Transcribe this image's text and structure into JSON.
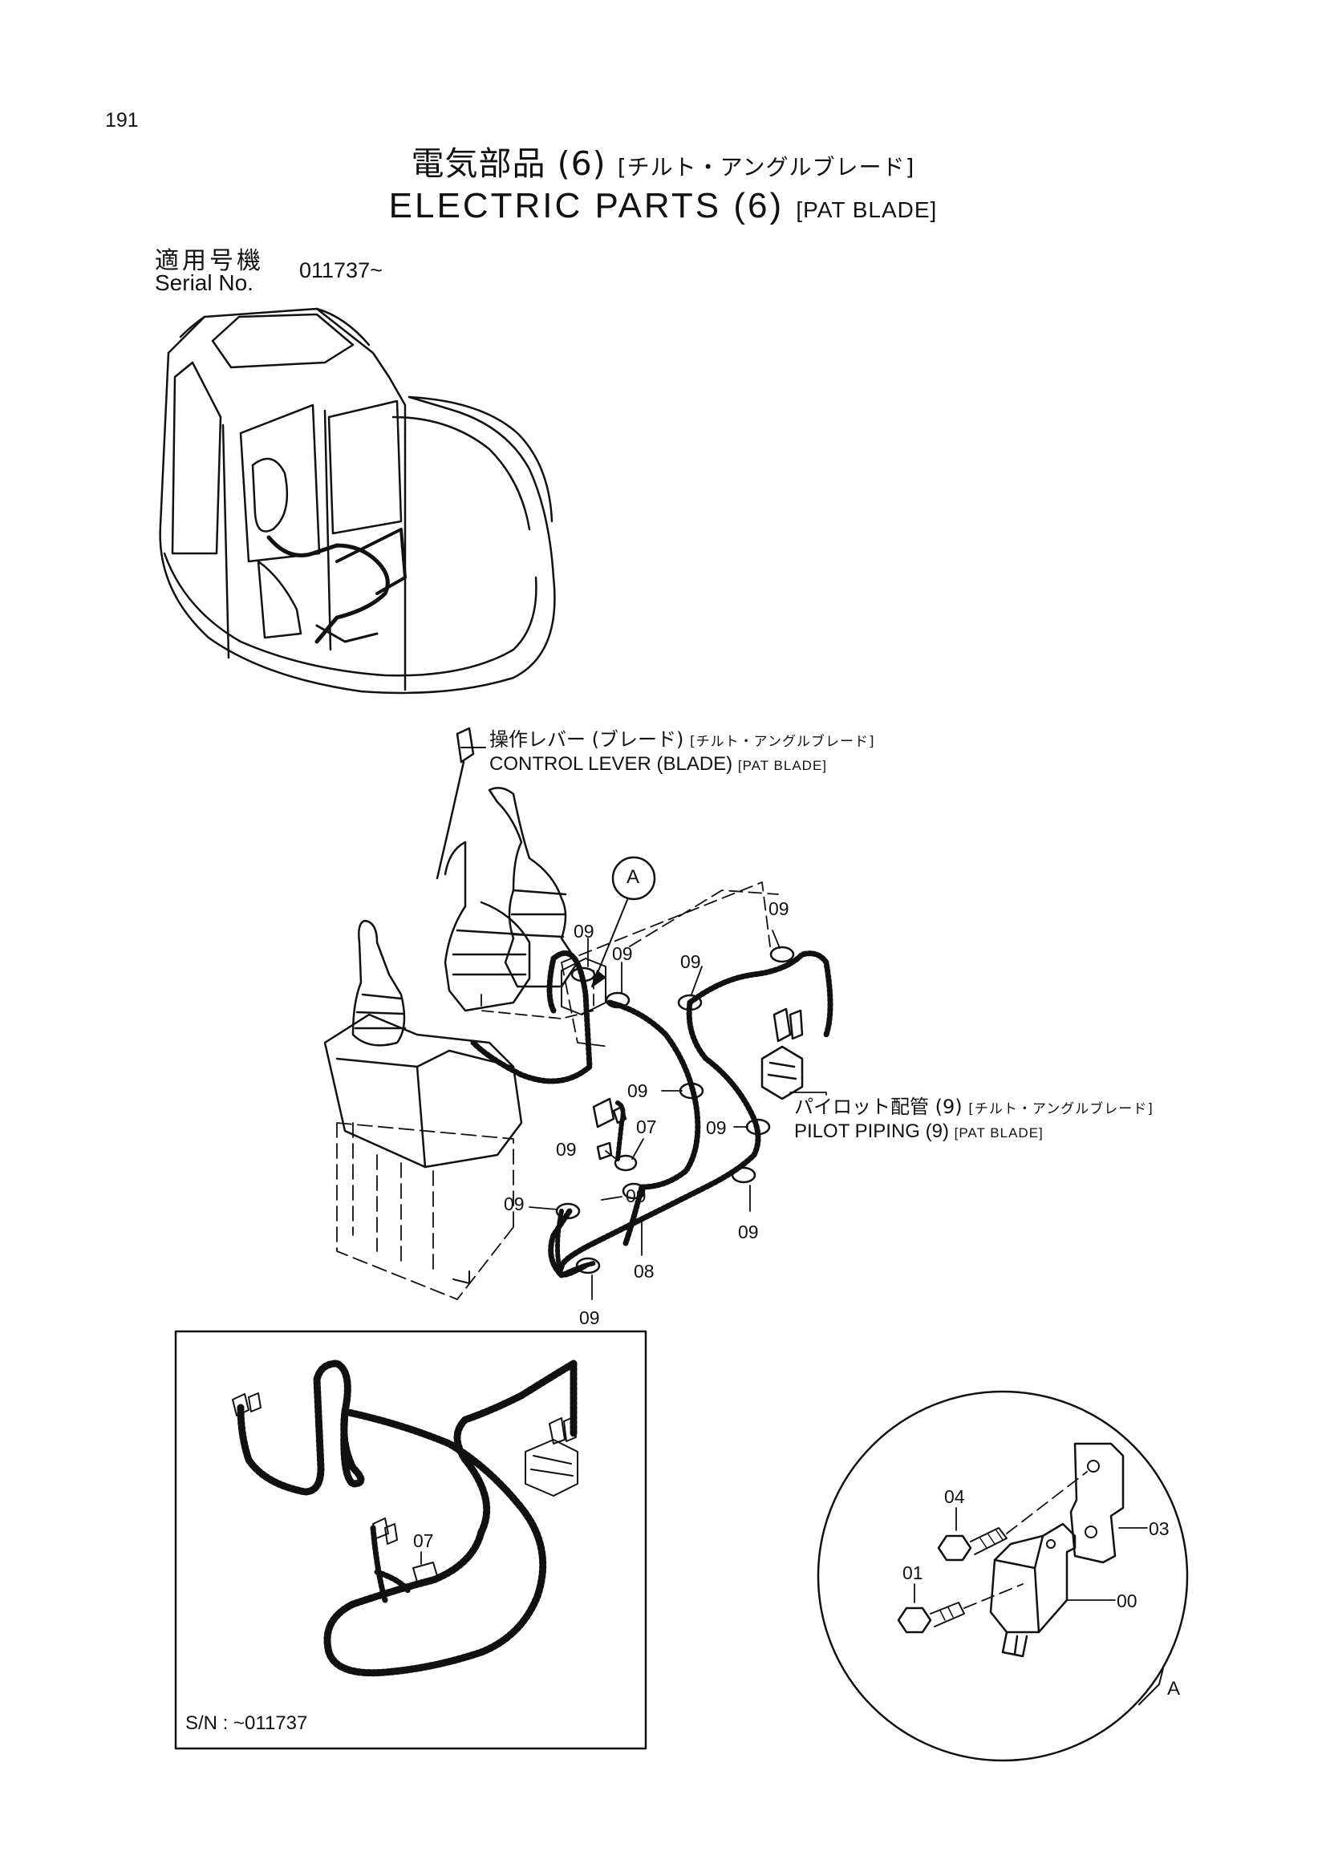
{
  "page_number": "191",
  "title": {
    "jp_main": "電気部品 (6)",
    "jp_bracket": "[チルト・アングルブレード]",
    "en_main": "ELECTRIC PARTS (6)",
    "en_bracket": "[PAT BLADE]"
  },
  "serial": {
    "label_jp": "適用号機",
    "label_en": "Serial No.",
    "value": "011737~"
  },
  "callouts": {
    "control_lever": {
      "jp": "操作レバー (ブレード)",
      "jp_bracket": "[チルト・アングルブレード]",
      "en": "CONTROL LEVER (BLADE)",
      "en_bracket": "[PAT BLADE]"
    },
    "pilot_piping": {
      "jp": "パイロット配管 (9)",
      "jp_bracket": "[チルト・アングルブレード]",
      "en": "PILOT PIPING (9)",
      "en_bracket": "[PAT BLADE]"
    }
  },
  "detail_marker": "A",
  "part_numbers": {
    "p09": "09",
    "p07": "07",
    "p08": "08",
    "p04": "04",
    "p01": "01",
    "p03": "03",
    "p00": "00"
  },
  "inset_serial": "S/N : ~011737"
}
